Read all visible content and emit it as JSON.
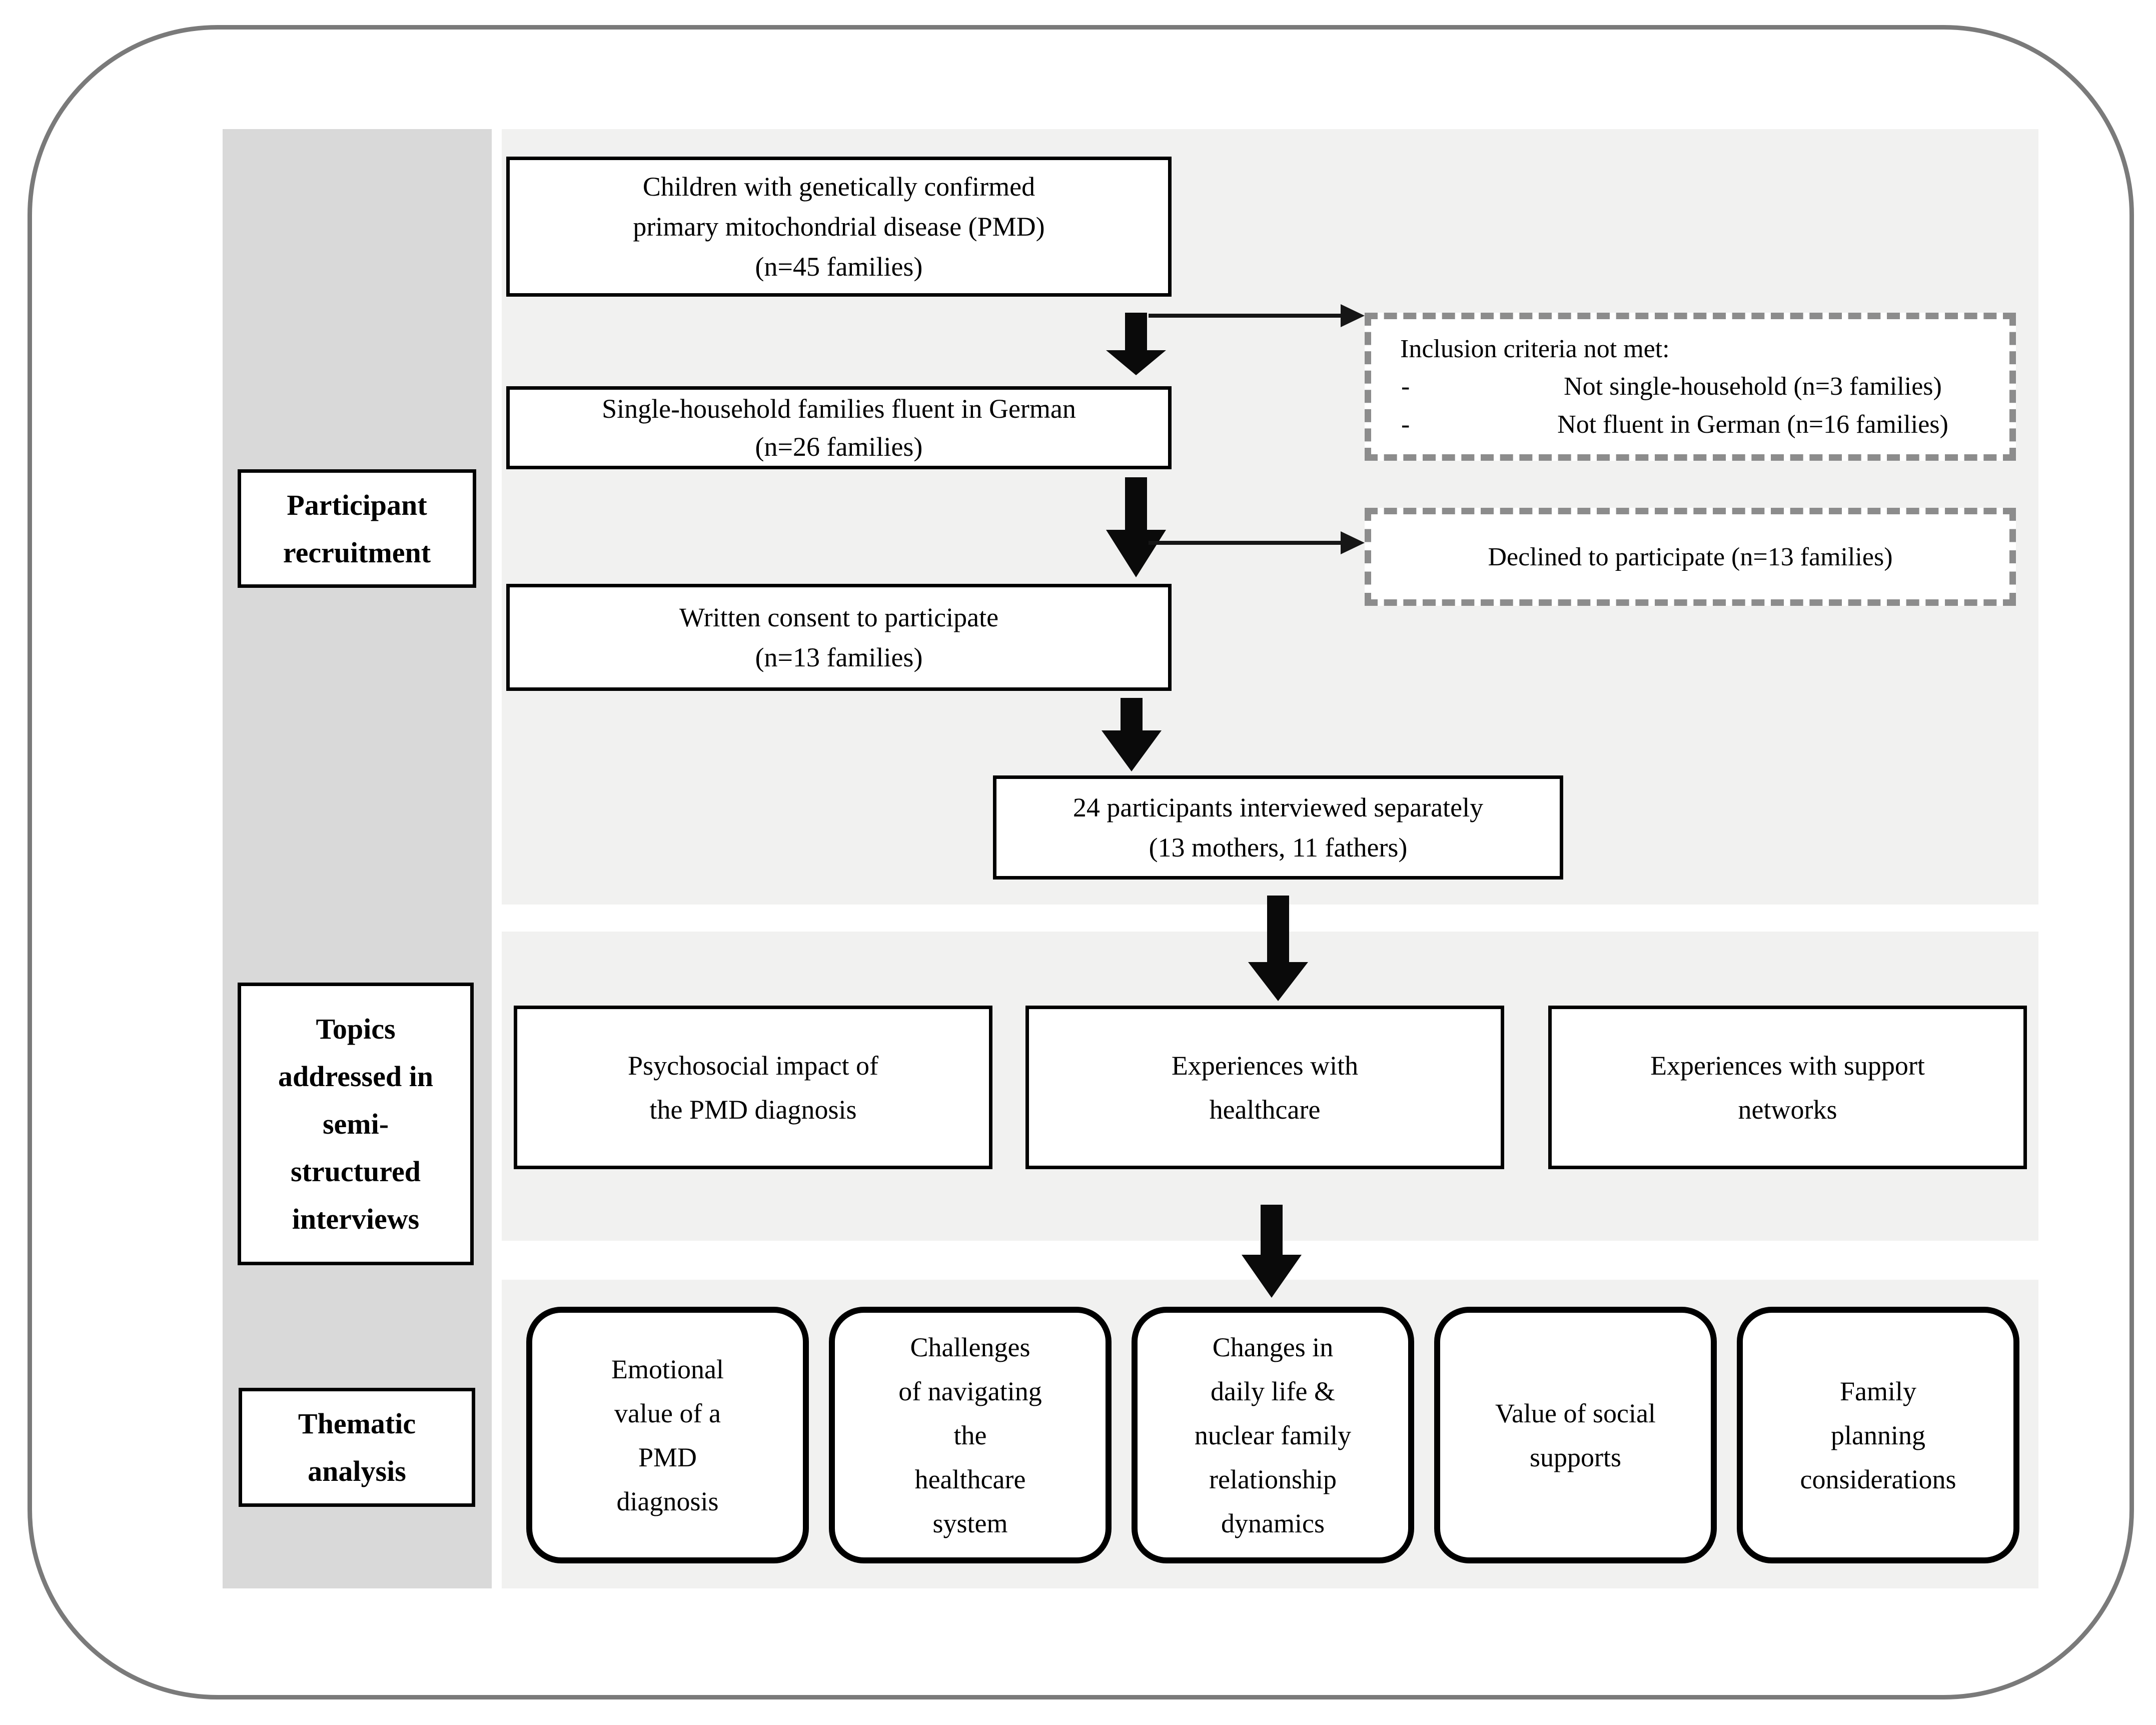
{
  "diagram": {
    "stages": [
      {
        "id": "recruitment",
        "label": "Participant\nrecruitment"
      },
      {
        "id": "topics",
        "label": "Topics\naddressed in\nsemi-\nstructured\ninterviews"
      },
      {
        "id": "thematic",
        "label": "Thematic\nanalysis"
      }
    ],
    "flow_boxes": [
      {
        "id": "population",
        "text": "Children with genetically confirmed\nprimary mitochondrial disease (PMD)\n(n=45 families)"
      },
      {
        "id": "eligible",
        "text": "Single-household families fluent in German\n(n=26 families)"
      },
      {
        "id": "consent",
        "text": "Written consent to participate\n(n=13 families)"
      },
      {
        "id": "interviewed",
        "text": "24 participants interviewed separately\n(13 mothers, 11 fathers)"
      }
    ],
    "exclusion_boxes": [
      {
        "id": "criteria-not-met",
        "title": "Inclusion criteria not met:",
        "items": [
          {
            "bullet": "-",
            "text": "Not single-household (n=3 families)"
          },
          {
            "bullet": "-",
            "text": "Not fluent in German (n=16 families)"
          }
        ]
      },
      {
        "id": "declined",
        "text": "Declined to participate (n=13 families)"
      }
    ],
    "topic_boxes": [
      {
        "id": "psychosocial",
        "text": "Psychosocial impact of\nthe PMD diagnosis"
      },
      {
        "id": "healthcare",
        "text": "Experiences with\nhealthcare"
      },
      {
        "id": "support",
        "text": "Experiences with support\nnetworks"
      }
    ],
    "theme_boxes": [
      {
        "id": "emotional",
        "text": "Emotional\nvalue of a\nPMD\ndiagnosis"
      },
      {
        "id": "challenges",
        "text": "Challenges\nof navigating\nthe\nhealthcare\nsystem"
      },
      {
        "id": "changes",
        "text": "Changes in\ndaily life &\nnuclear family\nrelationship\ndynamics"
      },
      {
        "id": "social",
        "text": "Value of social\nsupports"
      },
      {
        "id": "family",
        "text": "Family\nplanning\nconsiderations"
      }
    ],
    "colors": {
      "sidebar": "#d9d9d9",
      "band": "#f1f1f0",
      "outer_border": "#7a7a7a",
      "dashed_border": "#8c8c8c",
      "box_border": "#000000",
      "arrow": "#0a0a0a"
    }
  }
}
